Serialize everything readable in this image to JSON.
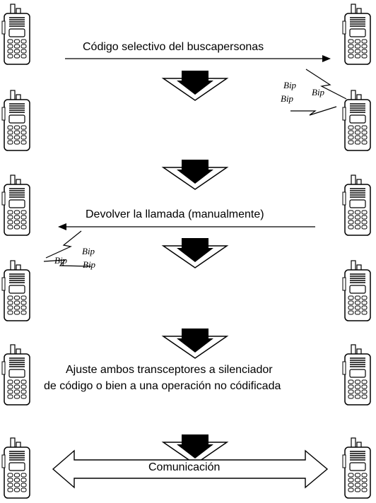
{
  "steps": {
    "step1_label": "Código selectivo del buscapersonas",
    "step2_label": "Devolver la llamada (manualmente)",
    "step3_line1": "Ajuste ambos transceptores a silenciador",
    "step3_line2": "de código o bien a una operación no códificada",
    "step4_label": "Comunicación"
  },
  "beep_text": "Bip",
  "colors": {
    "line": "#000000",
    "fill": "#ffffff",
    "arrow": "#000000"
  }
}
